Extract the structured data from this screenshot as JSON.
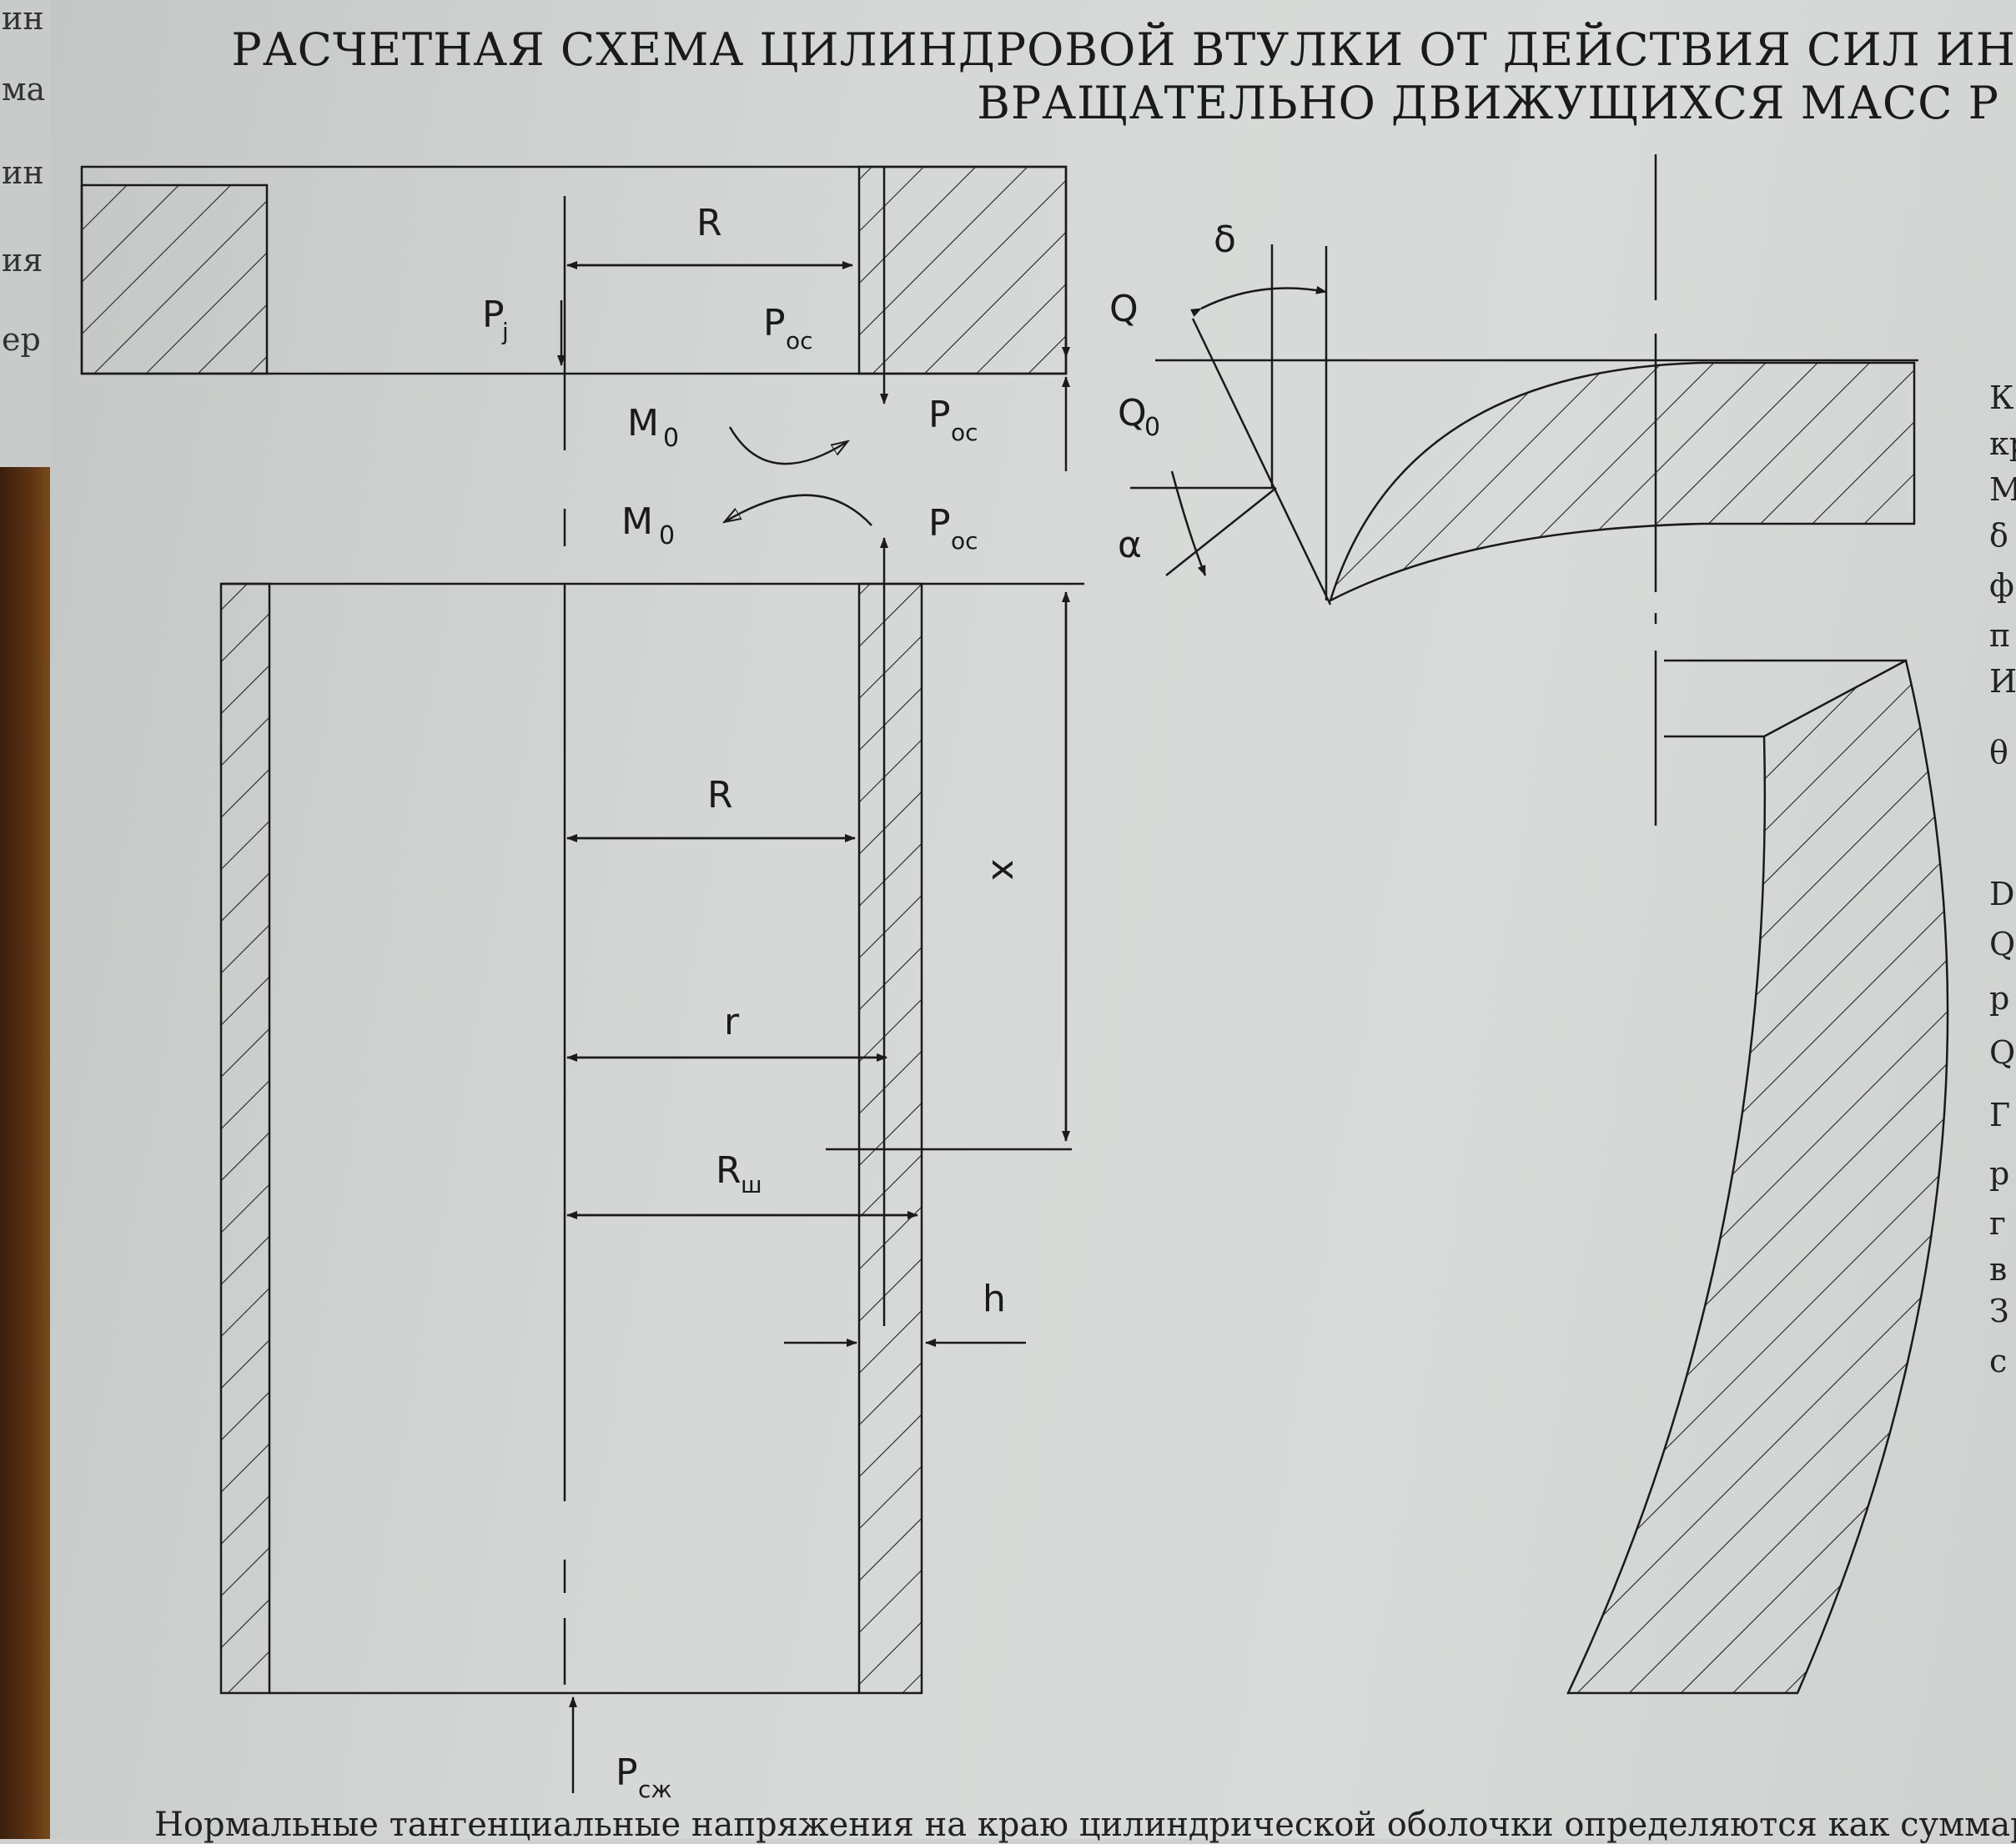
{
  "title": {
    "line1": "РАСЧЕТНАЯ СХЕМА ЦИЛИНДРОВОЙ ВТУЛКИ ОТ ДЕЙСТВИЯ СИЛ ИН",
    "line2": "ВРАЩАТЕЛЬНО ДВИЖУЩИХСЯ МАСС Р"
  },
  "labels": {
    "R_top": "R",
    "Pj": "P",
    "Pj_sub": "j",
    "Poc1": "P",
    "Poc1_sub": "oc",
    "M0_1": "M",
    "M0_1_sub": "0",
    "Poc2": "P",
    "Poc2_sub": "oc",
    "M0_2": "M",
    "M0_2_sub": "0",
    "Poc3": "P",
    "Poc3_sub": "oc",
    "R_mid": "R",
    "x": "x",
    "r": "r",
    "Rsh": "R",
    "Rsh_sub": "ш",
    "h": "h",
    "Psz": "P",
    "Psz_sub": "сж",
    "delta": "δ",
    "Q": "Q",
    "Q0": "Q",
    "Q0_sub": "0",
    "alpha": "α"
  },
  "left_margin": [
    "ин",
    "ма",
    "ин",
    "ия",
    "ер"
  ],
  "right_margin": [
    "К",
    "кр",
    "М",
    "δ",
    "ф",
    "п",
    "И",
    "θ",
    "D",
    "Q",
    "р",
    "Q",
    "Г",
    "р",
    "г",
    "в",
    "З",
    "с"
  ],
  "footer": "Нормальные тангенциальные напряжения на краю цилиндрической оболочки определяются как суммар"
}
